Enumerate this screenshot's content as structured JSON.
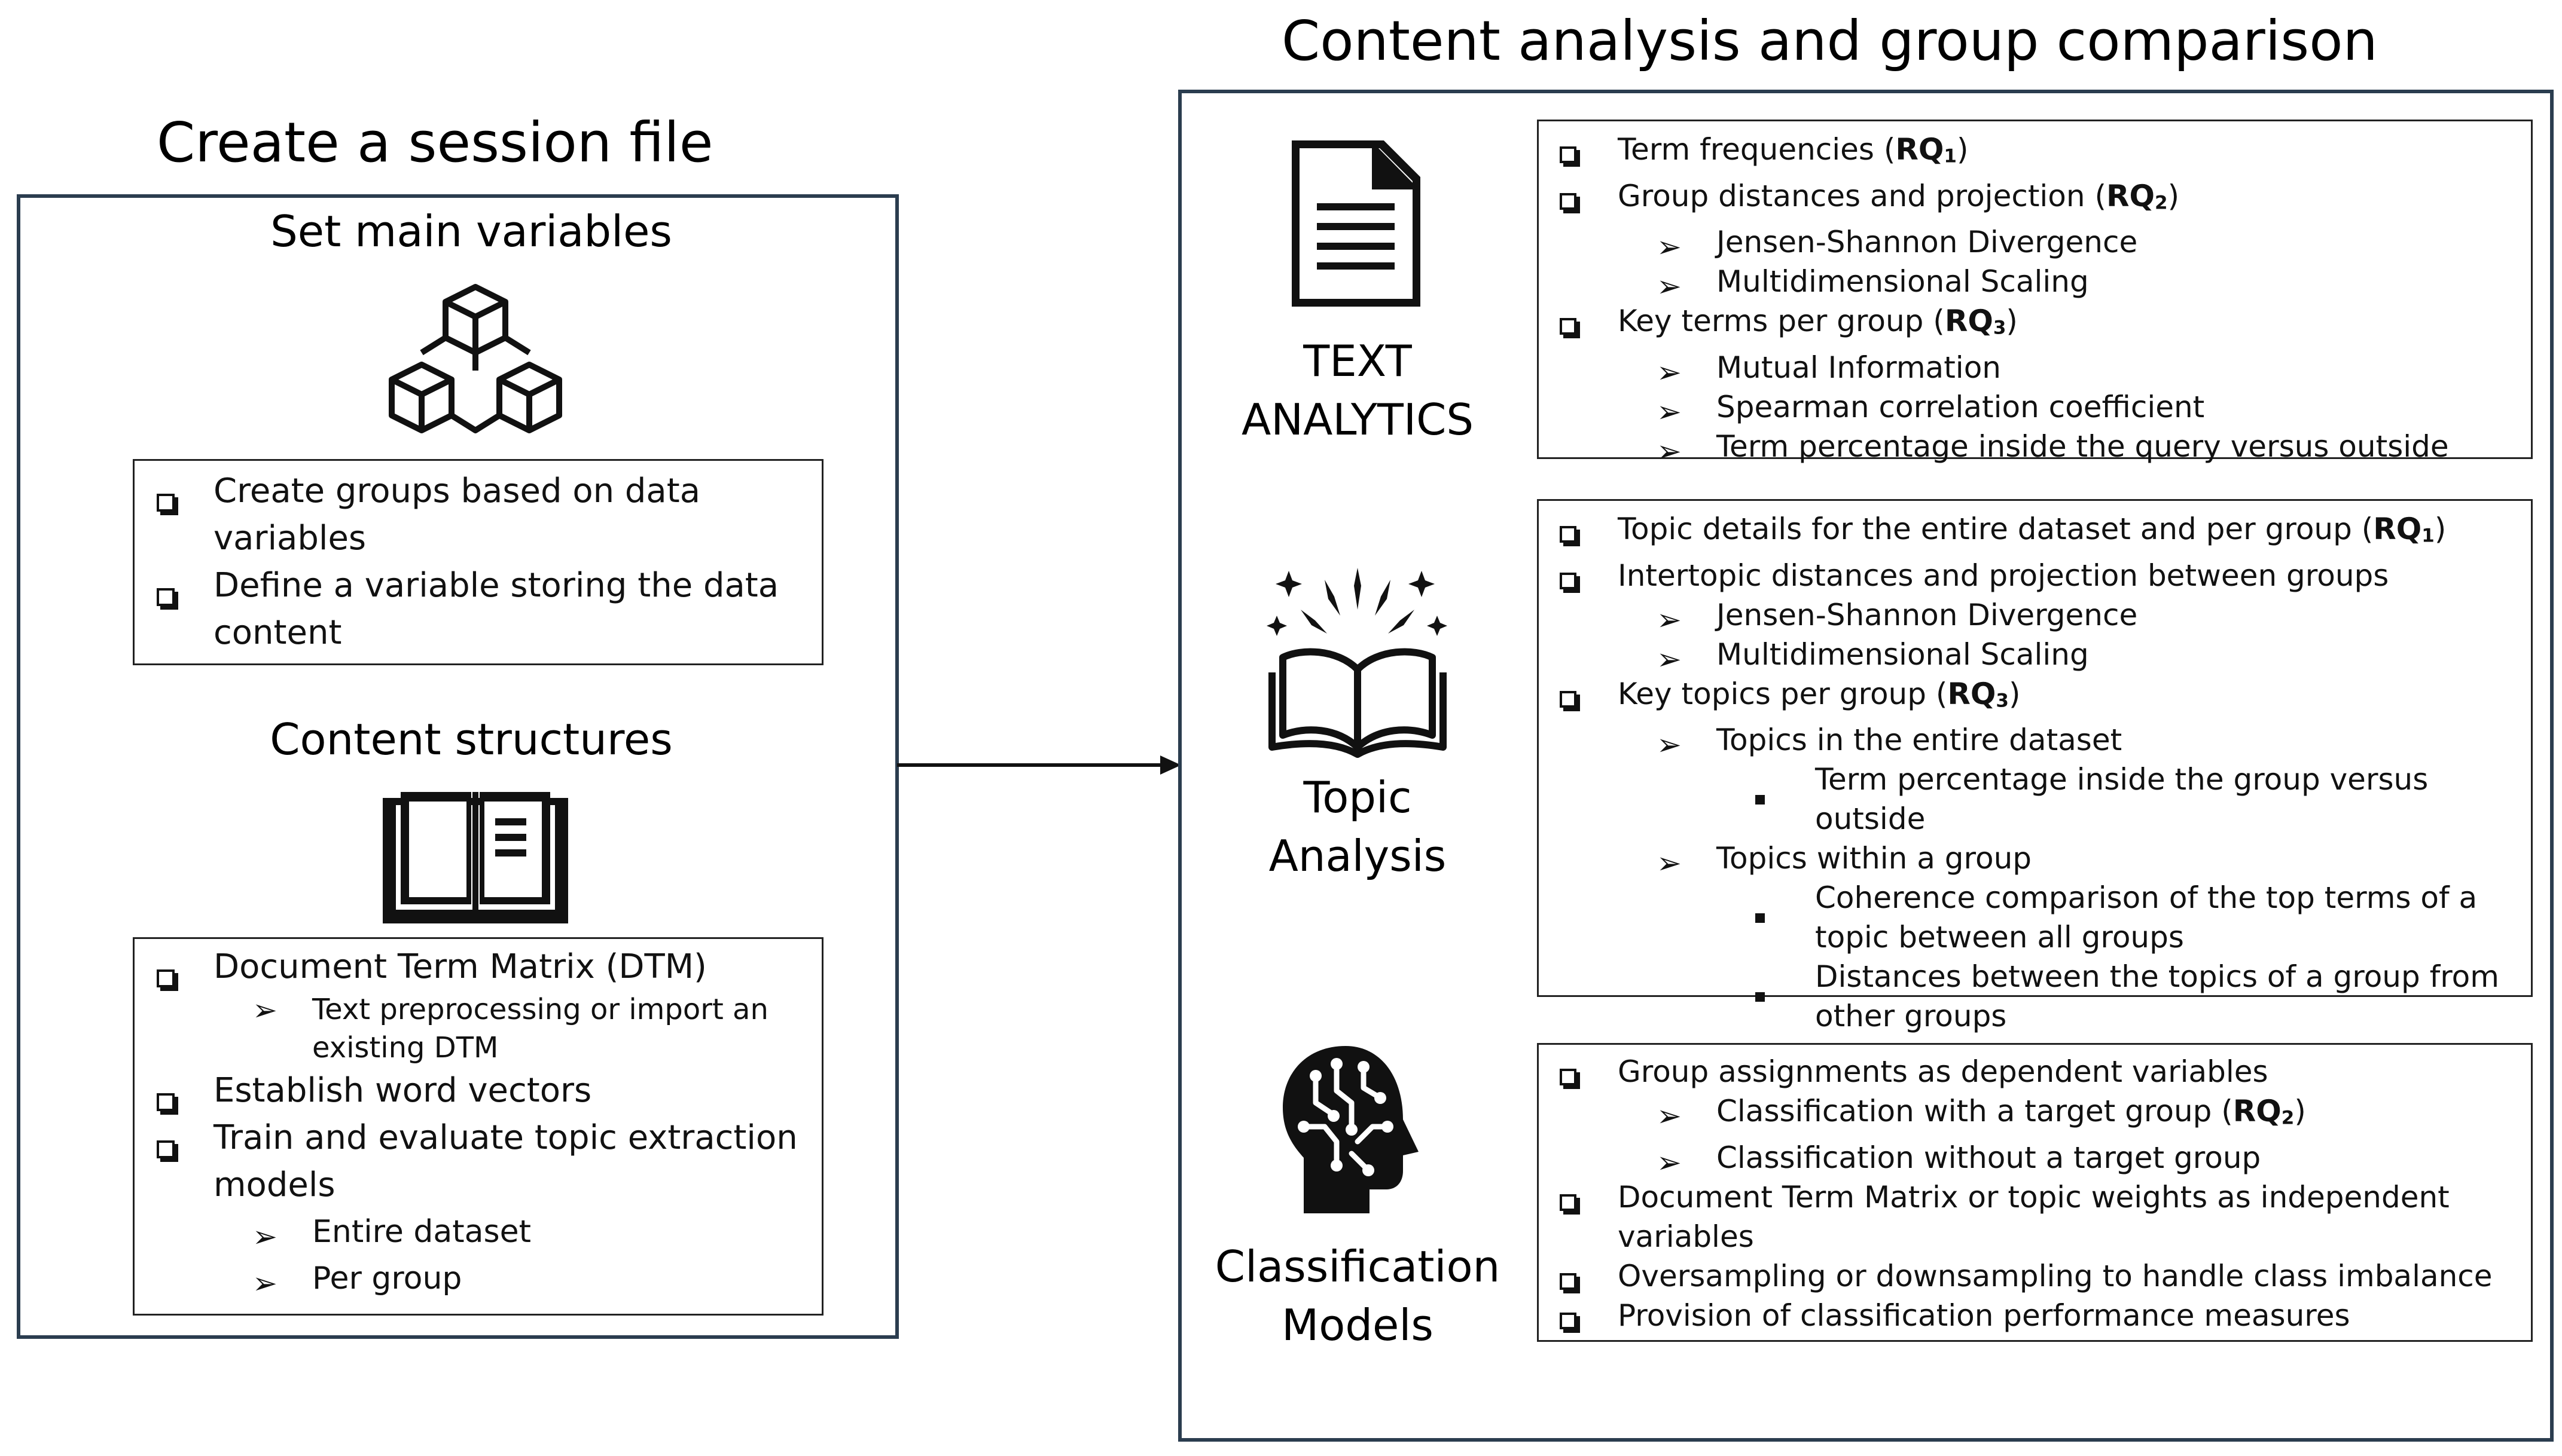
{
  "left": {
    "title": "Create a session file",
    "section1": {
      "title": "Set main variables",
      "icon": "cubes-icon",
      "items": [
        {
          "text": "Create groups based on data variables"
        },
        {
          "text": "Define a variable storing the data content"
        }
      ]
    },
    "section2": {
      "title": "Content structures",
      "icon": "book-icon",
      "items": [
        {
          "text": "Document Term Matrix (DTM)"
        },
        {
          "text": "Text preprocessing or import an existing DTM"
        },
        {
          "text": "Establish word vectors"
        },
        {
          "text": "Train and evaluate topic extraction models"
        },
        {
          "text": "Entire dataset"
        },
        {
          "text": "Per group"
        }
      ]
    }
  },
  "right": {
    "title": "Content analysis and group comparison",
    "text_analytics": {
      "label_line1": "TEXT",
      "label_line2": "ANALYTICS",
      "icon": "document-icon",
      "items": [
        {
          "pre": "Term frequencies (",
          "rq": "RQ",
          "num": "1",
          "post": ")"
        },
        {
          "pre": "Group distances and projection (",
          "rq": "RQ",
          "num": "2",
          "post": ")"
        },
        {
          "text": "Jensen-Shannon Divergence"
        },
        {
          "text": "Multidimensional Scaling"
        },
        {
          "pre": "Key terms per group (",
          "rq": "RQ",
          "num": "3",
          "post": ")"
        },
        {
          "text": "Mutual Information"
        },
        {
          "text": "Spearman correlation coefficient"
        },
        {
          "text": "Term percentage inside the query versus outside"
        }
      ]
    },
    "topic_analysis": {
      "label_line1": "Topic",
      "label_line2": "Analysis",
      "icon": "open-book-sparkle-icon",
      "items": [
        {
          "pre": "Topic details for the entire dataset and per group (",
          "rq": "RQ",
          "num": "1",
          "post": ")"
        },
        {
          "text": "Intertopic distances and projection between groups"
        },
        {
          "text": "Jensen-Shannon Divergence"
        },
        {
          "text": "Multidimensional Scaling"
        },
        {
          "pre": "Key topics per group (",
          "rq": "RQ",
          "num": "3",
          "post": ")"
        },
        {
          "text": "Topics in the entire dataset"
        },
        {
          "text": "Term percentage inside the group versus outside"
        },
        {
          "text": "Topics within a group"
        },
        {
          "text": "Coherence comparison of the top terms of a topic between all groups"
        },
        {
          "text": "Distances between the topics of a group from other groups"
        }
      ]
    },
    "classification": {
      "label_line1": "Classification",
      "label_line2": "Models",
      "icon": "brain-head-icon",
      "items": [
        {
          "text": "Group assignments as dependent variables"
        },
        {
          "pre": "Classification with a target group (",
          "rq": "RQ",
          "num": "2",
          "post": ")"
        },
        {
          "text": "Classification without a target group"
        },
        {
          "text": "Document Term Matrix or topic weights as independent variables"
        },
        {
          "text": "Oversampling or downsampling to handle class imbalance"
        },
        {
          "text": "Provision of classification performance measures"
        }
      ]
    }
  }
}
